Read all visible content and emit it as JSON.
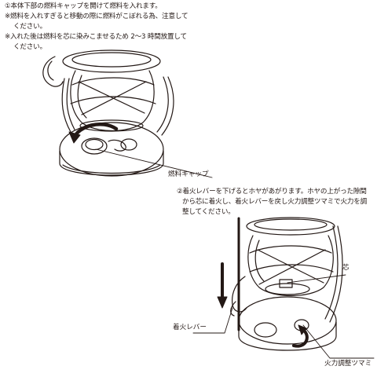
{
  "step1": {
    "line1": "①本体下部の燃料キャップを開けて燃料を入れます。",
    "note1_line1": "※燃料を入れすぎると移動の際に燃料がこぼれる為、注意して",
    "note1_line2": "ください。",
    "note2_line1": "※入れた後は燃料を芯に染みこませるため 2〜3 時間放置して",
    "note2_line2": "ください。"
  },
  "step2": {
    "line1": "②着火レバーを下げるとホヤがあがります。ホヤの上がった隙間",
    "line2": "から芯に着火し、着火レバーを戻し火力調整ツマミで火力を調",
    "line3": "整してください。"
  },
  "labels": {
    "fuel_cap": "燃料キャップ",
    "wick": "芯",
    "ignition_lever": "着火レバー",
    "flame_knob": "火力調整ツマミ"
  },
  "colors": {
    "ink": "#231815",
    "background": "#ffffff"
  }
}
